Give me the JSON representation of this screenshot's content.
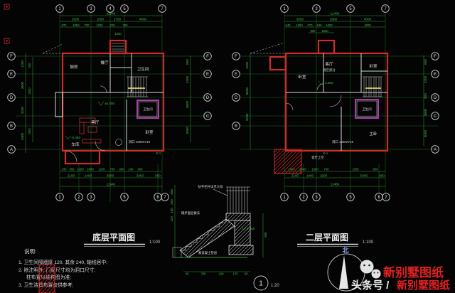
{
  "colors": {
    "green": "#2f9a37",
    "red": "#cf2b2b",
    "magenta": "#bb44bb",
    "white": "#d9d9d9",
    "yellow": "#d9d96d",
    "watermark_red": "#e02020",
    "north_blue": "#7fa8e8"
  },
  "ground": {
    "title": "底层平面图",
    "scale": "1:100",
    "sheet_tag": "E-1",
    "axes_top": [
      "1",
      "3",
      "4",
      "5",
      "7"
    ],
    "axes_bottom": [
      "1",
      "2",
      "3",
      "5",
      "6",
      "7"
    ],
    "axes_left": [
      "F",
      "E",
      "D",
      "B",
      "A"
    ],
    "axes_right": [
      "F",
      "E",
      "D",
      "C"
    ],
    "dim_total": "11940",
    "top_row1": [
      "2500",
      "1000",
      "1700",
      "4000"
    ],
    "top_row2": [
      "970",
      "1050",
      "700",
      "1200",
      "220",
      "750"
    ],
    "stair_dim": "1280",
    "bottom_row1": [
      "240",
      "650",
      "1400",
      "2400",
      "1200",
      "700",
      "900",
      "240",
      "600"
    ],
    "bottom_row2": [
      "2100",
      "1400",
      "3900",
      "3450",
      "600"
    ],
    "dim_total_bottom": "11940",
    "left_dims": [
      "1200",
      "3600",
      "3200",
      "3300"
    ],
    "left_dims2": [
      "500",
      "3000",
      "1500"
    ],
    "right_dims": [
      "650",
      "2400",
      "3600",
      "5050"
    ],
    "rooms": {
      "r1": "厨房",
      "r2": "餐厅",
      "r3": "卫生间",
      "r4": "客厅",
      "r5": "卧室",
      "r6": "车库",
      "r7": "卫生间"
    },
    "levels": {
      "main": "±0.000",
      "garage": "-0.450"
    },
    "door_note": "洞口 1000X710"
  },
  "upper": {
    "title": "二层平面图",
    "scale": "1:100",
    "sheet_tag": "E-1",
    "axes_top": [
      "1",
      "3",
      "5",
      "7"
    ],
    "axes_bottom": [
      "1",
      "2",
      "3",
      "5",
      "6",
      "7"
    ],
    "axes_left": [
      "F",
      "E",
      "D",
      "B"
    ],
    "axes_right": [
      "F",
      "E",
      "D",
      "C",
      "A"
    ],
    "dim_total": "11480",
    "top_row1": [
      "3500",
      "2900",
      "4000"
    ],
    "top_row2": [
      "540",
      "1500",
      "870",
      "540",
      "1000",
      "4000"
    ],
    "top_row3": [
      "800",
      "1650"
    ],
    "bottom_row1": [
      "1400",
      "2400",
      "1500",
      "700",
      "1500",
      "900"
    ],
    "bottom_row2": [
      "2100",
      "1400",
      "1900",
      "5400",
      "600"
    ],
    "dim_total_bottom": "11480",
    "left_dims": [
      "1200",
      "3600",
      "3200"
    ],
    "right_dims": [
      "650",
      "2400",
      "900",
      "3600",
      "5050"
    ],
    "rooms": {
      "r1": "卧室",
      "r2": "客厅",
      "r3": "卧室",
      "r4": "卫生间",
      "r5": "主卧",
      "r6": "客厅上空"
    },
    "void_note": "挑空部分",
    "levels": {
      "main": "3.000"
    },
    "door_note": "洞口 1000X710"
  },
  "detail": {
    "number": "1",
    "scale": "1:20",
    "labels": {
      "rail": "扶手栏杆详见大样",
      "tread": "踏步面层做法",
      "base": "素混凝土垫层"
    },
    "left_dims": [
      "450",
      "200",
      "150",
      "120"
    ],
    "bottom_dims": [
      "40",
      "700",
      "220",
      "170",
      "50"
    ],
    "right_dim": "900",
    "level": "0.900"
  },
  "notes": {
    "title": "说明:",
    "items": [
      "1.  卫生间隔墙厚 120, 其余 240, 轴线居中;",
      "2.  除注明外, 门窗尺寸均为洞口尺寸;",
      "柱布置以结构图为准;",
      "3.  卫生洁具布置仅供参考;"
    ]
  },
  "compass": {
    "north": "北"
  },
  "watermark": {
    "brand": "新别墅图纸",
    "channel_prefix": "头条号 / ",
    "channel_brand": "新别墅图纸"
  }
}
